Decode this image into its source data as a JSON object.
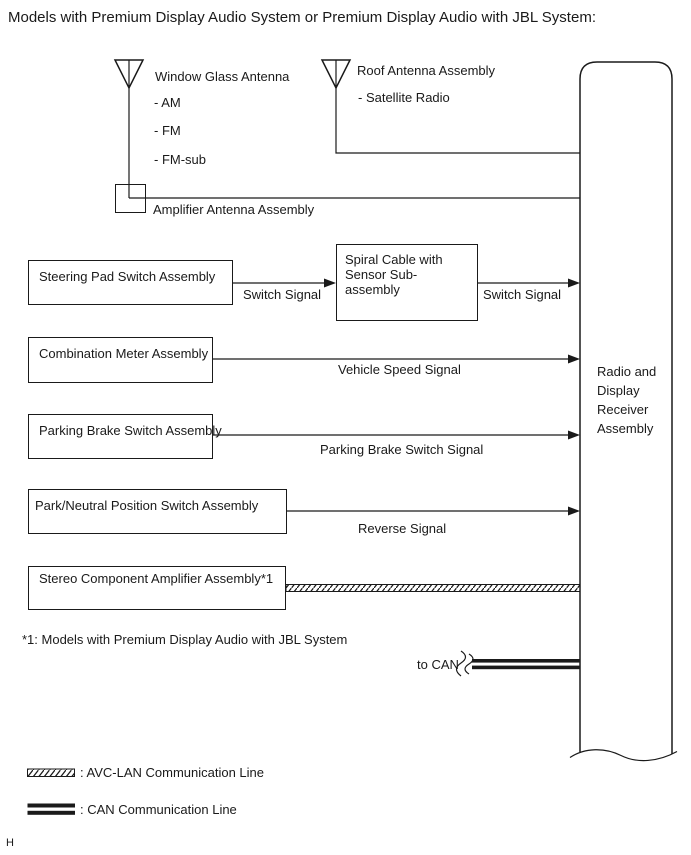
{
  "title": "Models with Premium Display Audio System or Premium Display Audio with JBL System:",
  "antennas": {
    "window": {
      "name": "Window Glass Antenna",
      "bands": [
        "- AM",
        "- FM",
        "- FM-sub"
      ]
    },
    "roof": {
      "name": "Roof Antenna Assembly",
      "bands": [
        "- Satellite Radio"
      ]
    },
    "amplifier": {
      "name": "Amplifier Antenna Assembly"
    }
  },
  "components": {
    "steering": "Steering Pad Switch Assembly",
    "spiral": "Spiral Cable with Sensor Sub-assembly",
    "combination": "Combination Meter Assembly",
    "parking": "Parking Brake Switch Assembly",
    "park_neutral": "Park/Neutral Position Switch Assembly",
    "stereo": "Stereo Component Amplifier Assembly*1",
    "receiver": "Radio and Display Receiver Assembly"
  },
  "signals": {
    "switch1": "Switch Signal",
    "switch2": "Switch Signal",
    "vehicle_speed": "Vehicle Speed Signal",
    "parking_brake": "Parking Brake Switch Signal",
    "reverse": "Reverse Signal",
    "to_can": "to CAN"
  },
  "footnote": "*1: Models with Premium Display Audio with JBL System",
  "legend": {
    "avc": ": AVC-LAN Communication Line",
    "can": ": CAN Communication Line"
  },
  "page_marker": "H",
  "colors": {
    "line": "#1a1a1a",
    "background": "#ffffff"
  }
}
